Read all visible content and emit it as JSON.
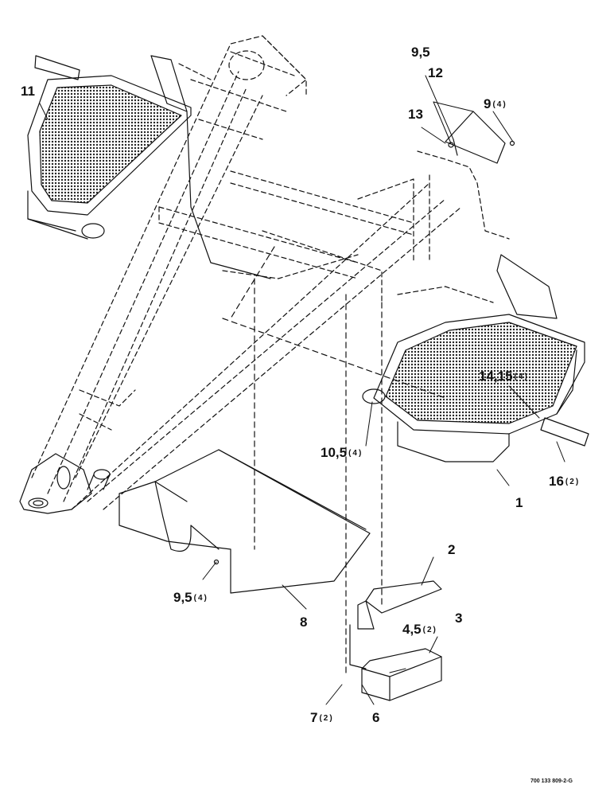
{
  "drawing_id": "700 133 809-2-G",
  "callouts": {
    "c1": {
      "num": "1",
      "qty": ""
    },
    "c2": {
      "num": "2",
      "qty": ""
    },
    "c3": {
      "num": "3",
      "qty": ""
    },
    "c4": {
      "num": "4,5",
      "qty": "(2)"
    },
    "c6": {
      "num": "6",
      "qty": ""
    },
    "c7": {
      "num": "7",
      "qty": "(2)"
    },
    "c8": {
      "num": "8",
      "qty": ""
    },
    "c9": {
      "num": "9",
      "qty": "(4)"
    },
    "c95top": {
      "num": "9,5",
      "qty": ""
    },
    "c95bot": {
      "num": "9,5",
      "qty": "(4)"
    },
    "c10": {
      "num": "10,5",
      "qty": "(4)"
    },
    "c11": {
      "num": "11",
      "qty": ""
    },
    "c12": {
      "num": "12",
      "qty": ""
    },
    "c13": {
      "num": "13",
      "qty": ""
    },
    "c14": {
      "num": "14,15",
      "qty": "(4)"
    },
    "c16": {
      "num": "16",
      "qty": "(2)"
    }
  }
}
